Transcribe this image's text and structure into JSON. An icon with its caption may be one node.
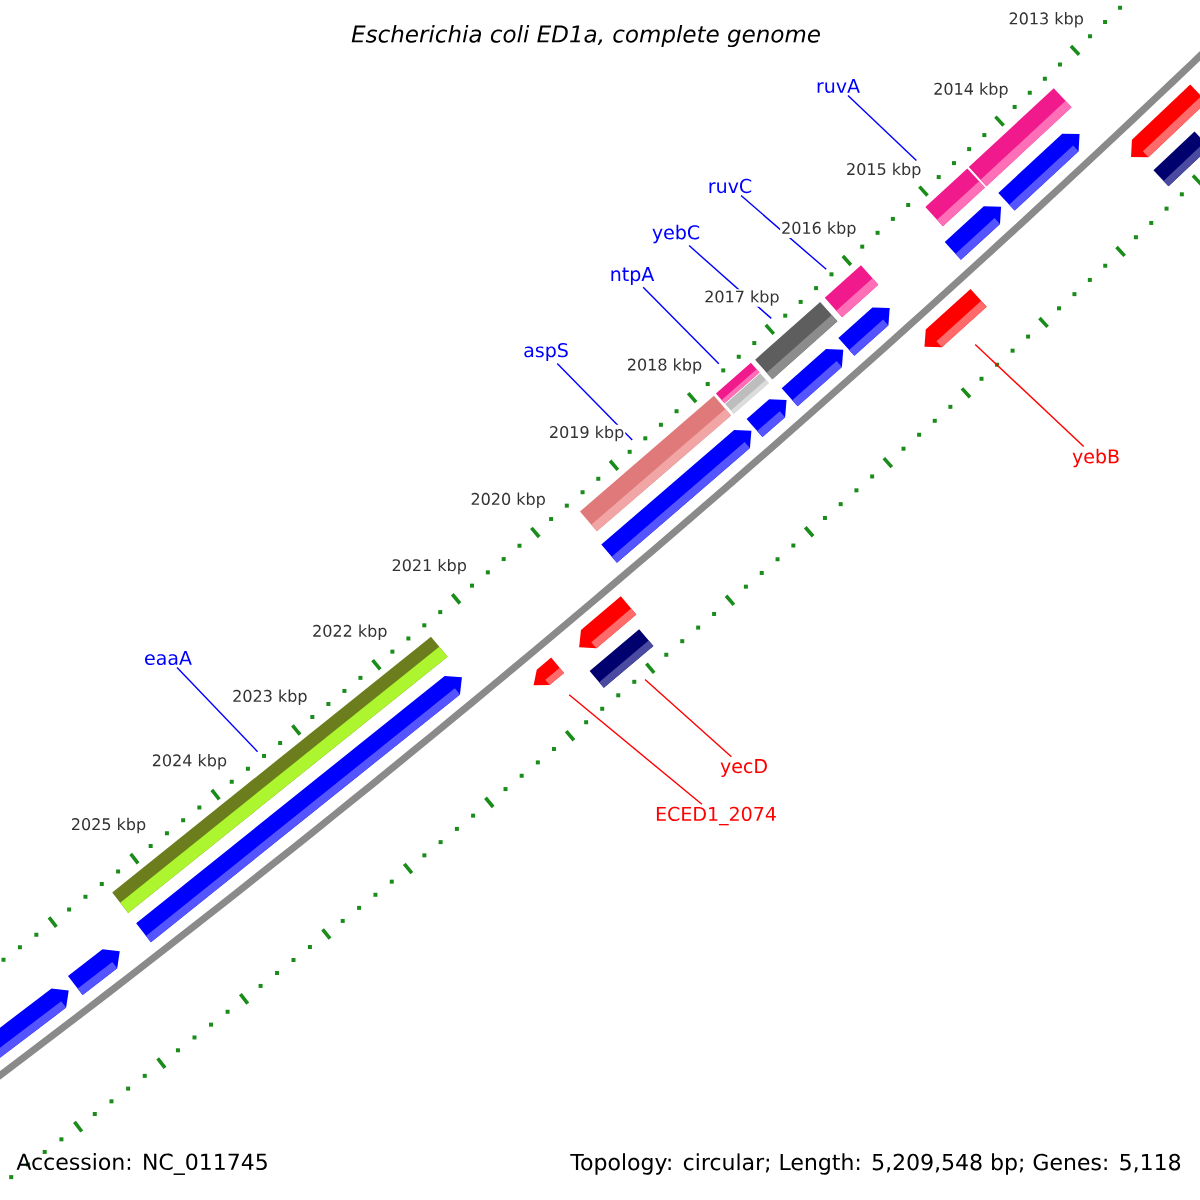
{
  "diagram": {
    "title": "Escherichia coli ED1a, complete genome",
    "nodes": [
      {
        "text": [
          "ruvA"
        ]
      },
      {
        "text": [
          "ruvC"
        ]
      },
      {
        "text": [
          "yebC"
        ]
      },
      {
        "text": [
          "ntpA"
        ]
      },
      {
        "text": [
          "aspS"
        ]
      },
      {
        "text": [
          "yebB"
        ]
      },
      {
        "text": [
          "eaaA"
        ]
      },
      {
        "text": [
          "yecD"
        ]
      },
      {
        "text": [
          "ECED1_2074"
        ]
      },
      {
        "text": [],
        "shape": "arrow"
      },
      {
        "text": [],
        "shape": "arrow"
      },
      {
        "text": [],
        "shape": "bar"
      },
      {
        "text": [],
        "shape": "arrow"
      },
      {
        "text": [],
        "shape": "arrow"
      },
      {
        "text": [],
        "shape": "arrow"
      },
      {
        "text": [],
        "shape": "bar"
      },
      {
        "text": [],
        "shape": "bar"
      },
      {
        "text": [],
        "shape": "arrow"
      },
      {
        "text": [],
        "shape": "bar"
      },
      {
        "text": [],
        "shape": "bar"
      },
      {
        "text": [],
        "shape": "arrow"
      },
      {
        "text": [],
        "shape": "bar"
      },
      {
        "text": [],
        "shape": "arrow"
      },
      {
        "text": [],
        "shape": "bar"
      },
      {
        "text": [],
        "shape": "arrow"
      },
      {
        "text": [],
        "shape": "arrow"
      },
      {
        "text": [],
        "shape": "bar"
      },
      {
        "text": [],
        "shape": "arrow"
      },
      {
        "text": [],
        "shape": "bar"
      },
      {
        "text": [],
        "shape": "arrow"
      },
      {
        "text": [],
        "shape": "arrow"
      },
      {
        "text": [],
        "shape": "bar"
      }
    ],
    "edges": [
      {
        "from": 0,
        "to": 26,
        "arrow": "none"
      },
      {
        "from": 1,
        "to": 23,
        "arrow": "none"
      },
      {
        "from": 2,
        "to": 21,
        "arrow": "none"
      },
      {
        "from": 3,
        "to": 18,
        "arrow": "none"
      },
      {
        "from": 4,
        "to": 15,
        "arrow": "none"
      },
      {
        "from": 5,
        "to": 25,
        "arrow": "none",
        "color": "#ff0000"
      },
      {
        "from": 6,
        "to": 11,
        "arrow": "none"
      },
      {
        "from": 7,
        "to": 16,
        "arrow": "none",
        "color": "#ff0000"
      },
      {
        "from": 8,
        "to": 13,
        "arrow": "none",
        "color": "#ff0000"
      }
    ],
    "labels": [
      "2013 kbp",
      "2014 kbp",
      "2015 kbp",
      "2016 kbp",
      "2017 kbp",
      "2018 kbp",
      "2019 kbp",
      "2020 kbp",
      "2021 kbp",
      "2022 kbp",
      "2023 kbp",
      "2024 kbp",
      "2025 kbp",
      "Accession: NC_011745",
      "Topology: circular; Length: 5,209,548 bp; Genes: 5,118"
    ]
  }
}
